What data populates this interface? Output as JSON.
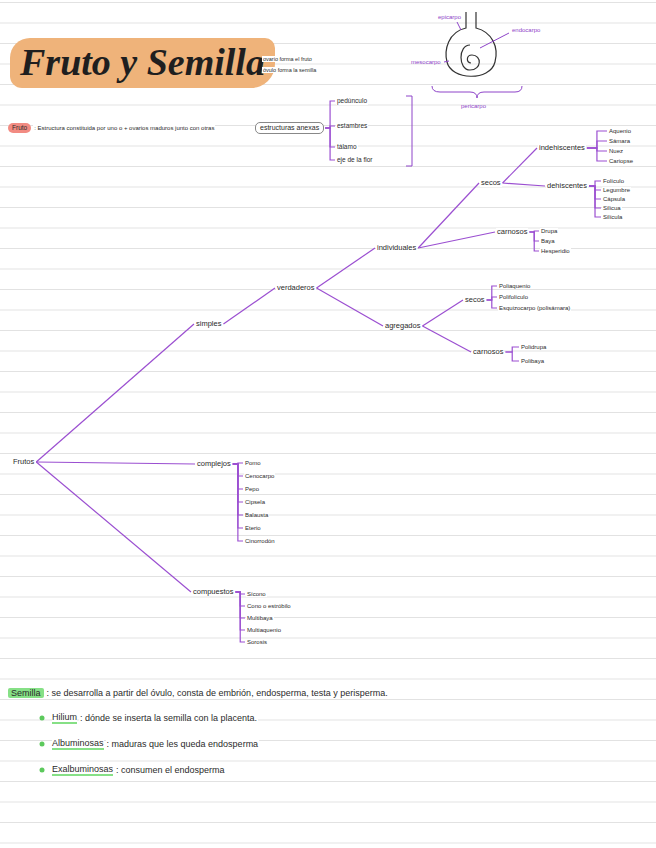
{
  "diagram": {
    "title": "Fruto y Semilla",
    "nodes": [
      {
        "text": [
          "estructuras anexas"
        ]
      },
      {
        "text": [
          "pedúnculo"
        ]
      },
      {
        "text": [
          "estambres"
        ]
      },
      {
        "text": [
          "tálamo"
        ]
      },
      {
        "text": [
          "eje de la flor"
        ]
      },
      {
        "text": [
          "Frutos"
        ]
      },
      {
        "text": [
          "simples"
        ]
      },
      {
        "text": [
          "verdaderos"
        ]
      },
      {
        "text": [
          "individuales"
        ]
      },
      {
        "text": [
          "secos"
        ]
      },
      {
        "text": [
          "indehiscentes"
        ]
      },
      {
        "text": [
          "Aquenio"
        ]
      },
      {
        "text": [
          "Sámara"
        ]
      },
      {
        "text": [
          "Nuez"
        ]
      },
      {
        "text": [
          "Cariopse"
        ]
      },
      {
        "text": [
          "dehiscentes"
        ]
      },
      {
        "text": [
          "Folículo"
        ]
      },
      {
        "text": [
          "Legumbre"
        ]
      },
      {
        "text": [
          "Cápsula"
        ]
      },
      {
        "text": [
          "Silicua"
        ]
      },
      {
        "text": [
          "Silícula"
        ]
      },
      {
        "text": [
          "carnosos"
        ]
      },
      {
        "text": [
          "Drupa"
        ]
      },
      {
        "text": [
          "Baya"
        ]
      },
      {
        "text": [
          "Hesperidio"
        ]
      },
      {
        "text": [
          "agregados"
        ]
      },
      {
        "text": [
          "secos"
        ]
      },
      {
        "text": [
          "Poliaquenio"
        ]
      },
      {
        "text": [
          "Polifolículo"
        ]
      },
      {
        "text": [
          "Esquizocarpo (polisámara)"
        ]
      },
      {
        "text": [
          "carnosos"
        ]
      },
      {
        "text": [
          "Polidrupa"
        ]
      },
      {
        "text": [
          "Polibaya"
        ]
      },
      {
        "text": [
          "complejos"
        ]
      },
      {
        "text": [
          "Pomo"
        ]
      },
      {
        "text": [
          "Cenocarpo"
        ]
      },
      {
        "text": [
          "Pepo"
        ]
      },
      {
        "text": [
          "Cipsela"
        ]
      },
      {
        "text": [
          "Balausta"
        ]
      },
      {
        "text": [
          "Eterio"
        ]
      },
      {
        "text": [
          "Cinorrodón"
        ]
      },
      {
        "text": [
          "compuestos"
        ]
      },
      {
        "text": [
          "Sícono"
        ]
      },
      {
        "text": [
          "Cono o estróbilo"
        ]
      },
      {
        "text": [
          "Multibaya"
        ]
      },
      {
        "text": [
          "Multiaquenio"
        ]
      },
      {
        "text": [
          "Sorosis"
        ]
      }
    ],
    "edges": [
      {
        "from": 0,
        "to": 1,
        "arrow": "none"
      },
      {
        "from": 0,
        "to": 2,
        "arrow": "none"
      },
      {
        "from": 0,
        "to": 3,
        "arrow": "none"
      },
      {
        "from": 0,
        "to": 4,
        "arrow": "none"
      },
      {
        "from": 5,
        "to": 6,
        "arrow": "none"
      },
      {
        "from": 5,
        "to": 33,
        "arrow": "none"
      },
      {
        "from": 5,
        "to": 41,
        "arrow": "none"
      },
      {
        "from": 6,
        "to": 7,
        "arrow": "none"
      },
      {
        "from": 7,
        "to": 8,
        "arrow": "none"
      },
      {
        "from": 7,
        "to": 25,
        "arrow": "none"
      },
      {
        "from": 8,
        "to": 9,
        "arrow": "none"
      },
      {
        "from": 8,
        "to": 21,
        "arrow": "none"
      },
      {
        "from": 9,
        "to": 10,
        "arrow": "none"
      },
      {
        "from": 9,
        "to": 15,
        "arrow": "none"
      },
      {
        "from": 10,
        "to": 11,
        "arrow": "none"
      },
      {
        "from": 10,
        "to": 12,
        "arrow": "none"
      },
      {
        "from": 10,
        "to": 13,
        "arrow": "none"
      },
      {
        "from": 10,
        "to": 14,
        "arrow": "none"
      },
      {
        "from": 15,
        "to": 16,
        "arrow": "none"
      },
      {
        "from": 15,
        "to": 17,
        "arrow": "none"
      },
      {
        "from": 15,
        "to": 18,
        "arrow": "none"
      },
      {
        "from": 15,
        "to": 19,
        "arrow": "none"
      },
      {
        "from": 15,
        "to": 20,
        "arrow": "none"
      },
      {
        "from": 21,
        "to": 22,
        "arrow": "none"
      },
      {
        "from": 21,
        "to": 23,
        "arrow": "none"
      },
      {
        "from": 21,
        "to": 24,
        "arrow": "none"
      },
      {
        "from": 25,
        "to": 26,
        "arrow": "none"
      },
      {
        "from": 25,
        "to": 30,
        "arrow": "none"
      },
      {
        "from": 26,
        "to": 27,
        "arrow": "none"
      },
      {
        "from": 26,
        "to": 28,
        "arrow": "none"
      },
      {
        "from": 26,
        "to": 29,
        "arrow": "none"
      },
      {
        "from": 30,
        "to": 31,
        "arrow": "none"
      },
      {
        "from": 30,
        "to": 32,
        "arrow": "none"
      },
      {
        "from": 33,
        "to": 34,
        "arrow": "none"
      },
      {
        "from": 33,
        "to": 35,
        "arrow": "none"
      },
      {
        "from": 33,
        "to": 36,
        "arrow": "none"
      },
      {
        "from": 33,
        "to": 37,
        "arrow": "none"
      },
      {
        "from": 33,
        "to": 38,
        "arrow": "none"
      },
      {
        "from": 33,
        "to": 39,
        "arrow": "none"
      },
      {
        "from": 33,
        "to": 40,
        "arrow": "none"
      },
      {
        "from": 41,
        "to": 42,
        "arrow": "none"
      },
      {
        "from": 41,
        "to": 43,
        "arrow": "none"
      },
      {
        "from": 41,
        "to": 44,
        "arrow": "none"
      },
      {
        "from": 41,
        "to": 45,
        "arrow": "none"
      },
      {
        "from": 41,
        "to": 46,
        "arrow": "none"
      }
    ],
    "labels": [
      "ovario forma el fruto",
      "óvulo forma la semilla",
      "epicarpo",
      "mesocarpo",
      "endocarpo",
      "pericarpo",
      "Fruto",
      ": Estructura constituida por uno o + ovarios maduros junto con otras",
      "Semilla",
      ": se desarrolla a partir del óvulo, consta de embrión, endosperma, testa y perisperma.",
      "Hilium",
      ": dónde se inserta la semilla con la placenta.",
      "Albuminosas",
      ": maduras que les queda endosperma",
      "Exalbuminosas",
      ": consumen el endosperma"
    ]
  }
}
